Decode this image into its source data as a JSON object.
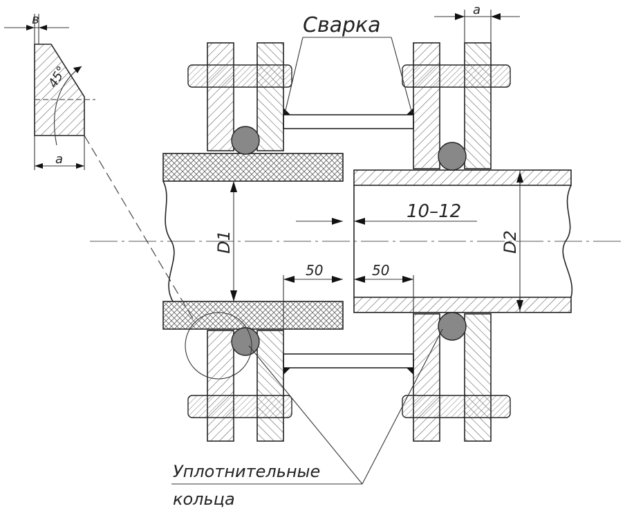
{
  "labels": {
    "welding": "Сварка",
    "gap": "10–12",
    "d1": "D1",
    "d2": "D2",
    "dim_50_left": "50",
    "dim_50_right": "50",
    "dim_a_top": "a",
    "dim_a_detail": "a",
    "dim_b_detail": "в",
    "angle": "45°",
    "seal_rings_line1": "Уплотнительные",
    "seal_rings_line2": "кольца"
  },
  "colors": {
    "line": "#222222",
    "hatch": "#555555",
    "ring_fill": "#888888",
    "background": "#ffffff"
  }
}
